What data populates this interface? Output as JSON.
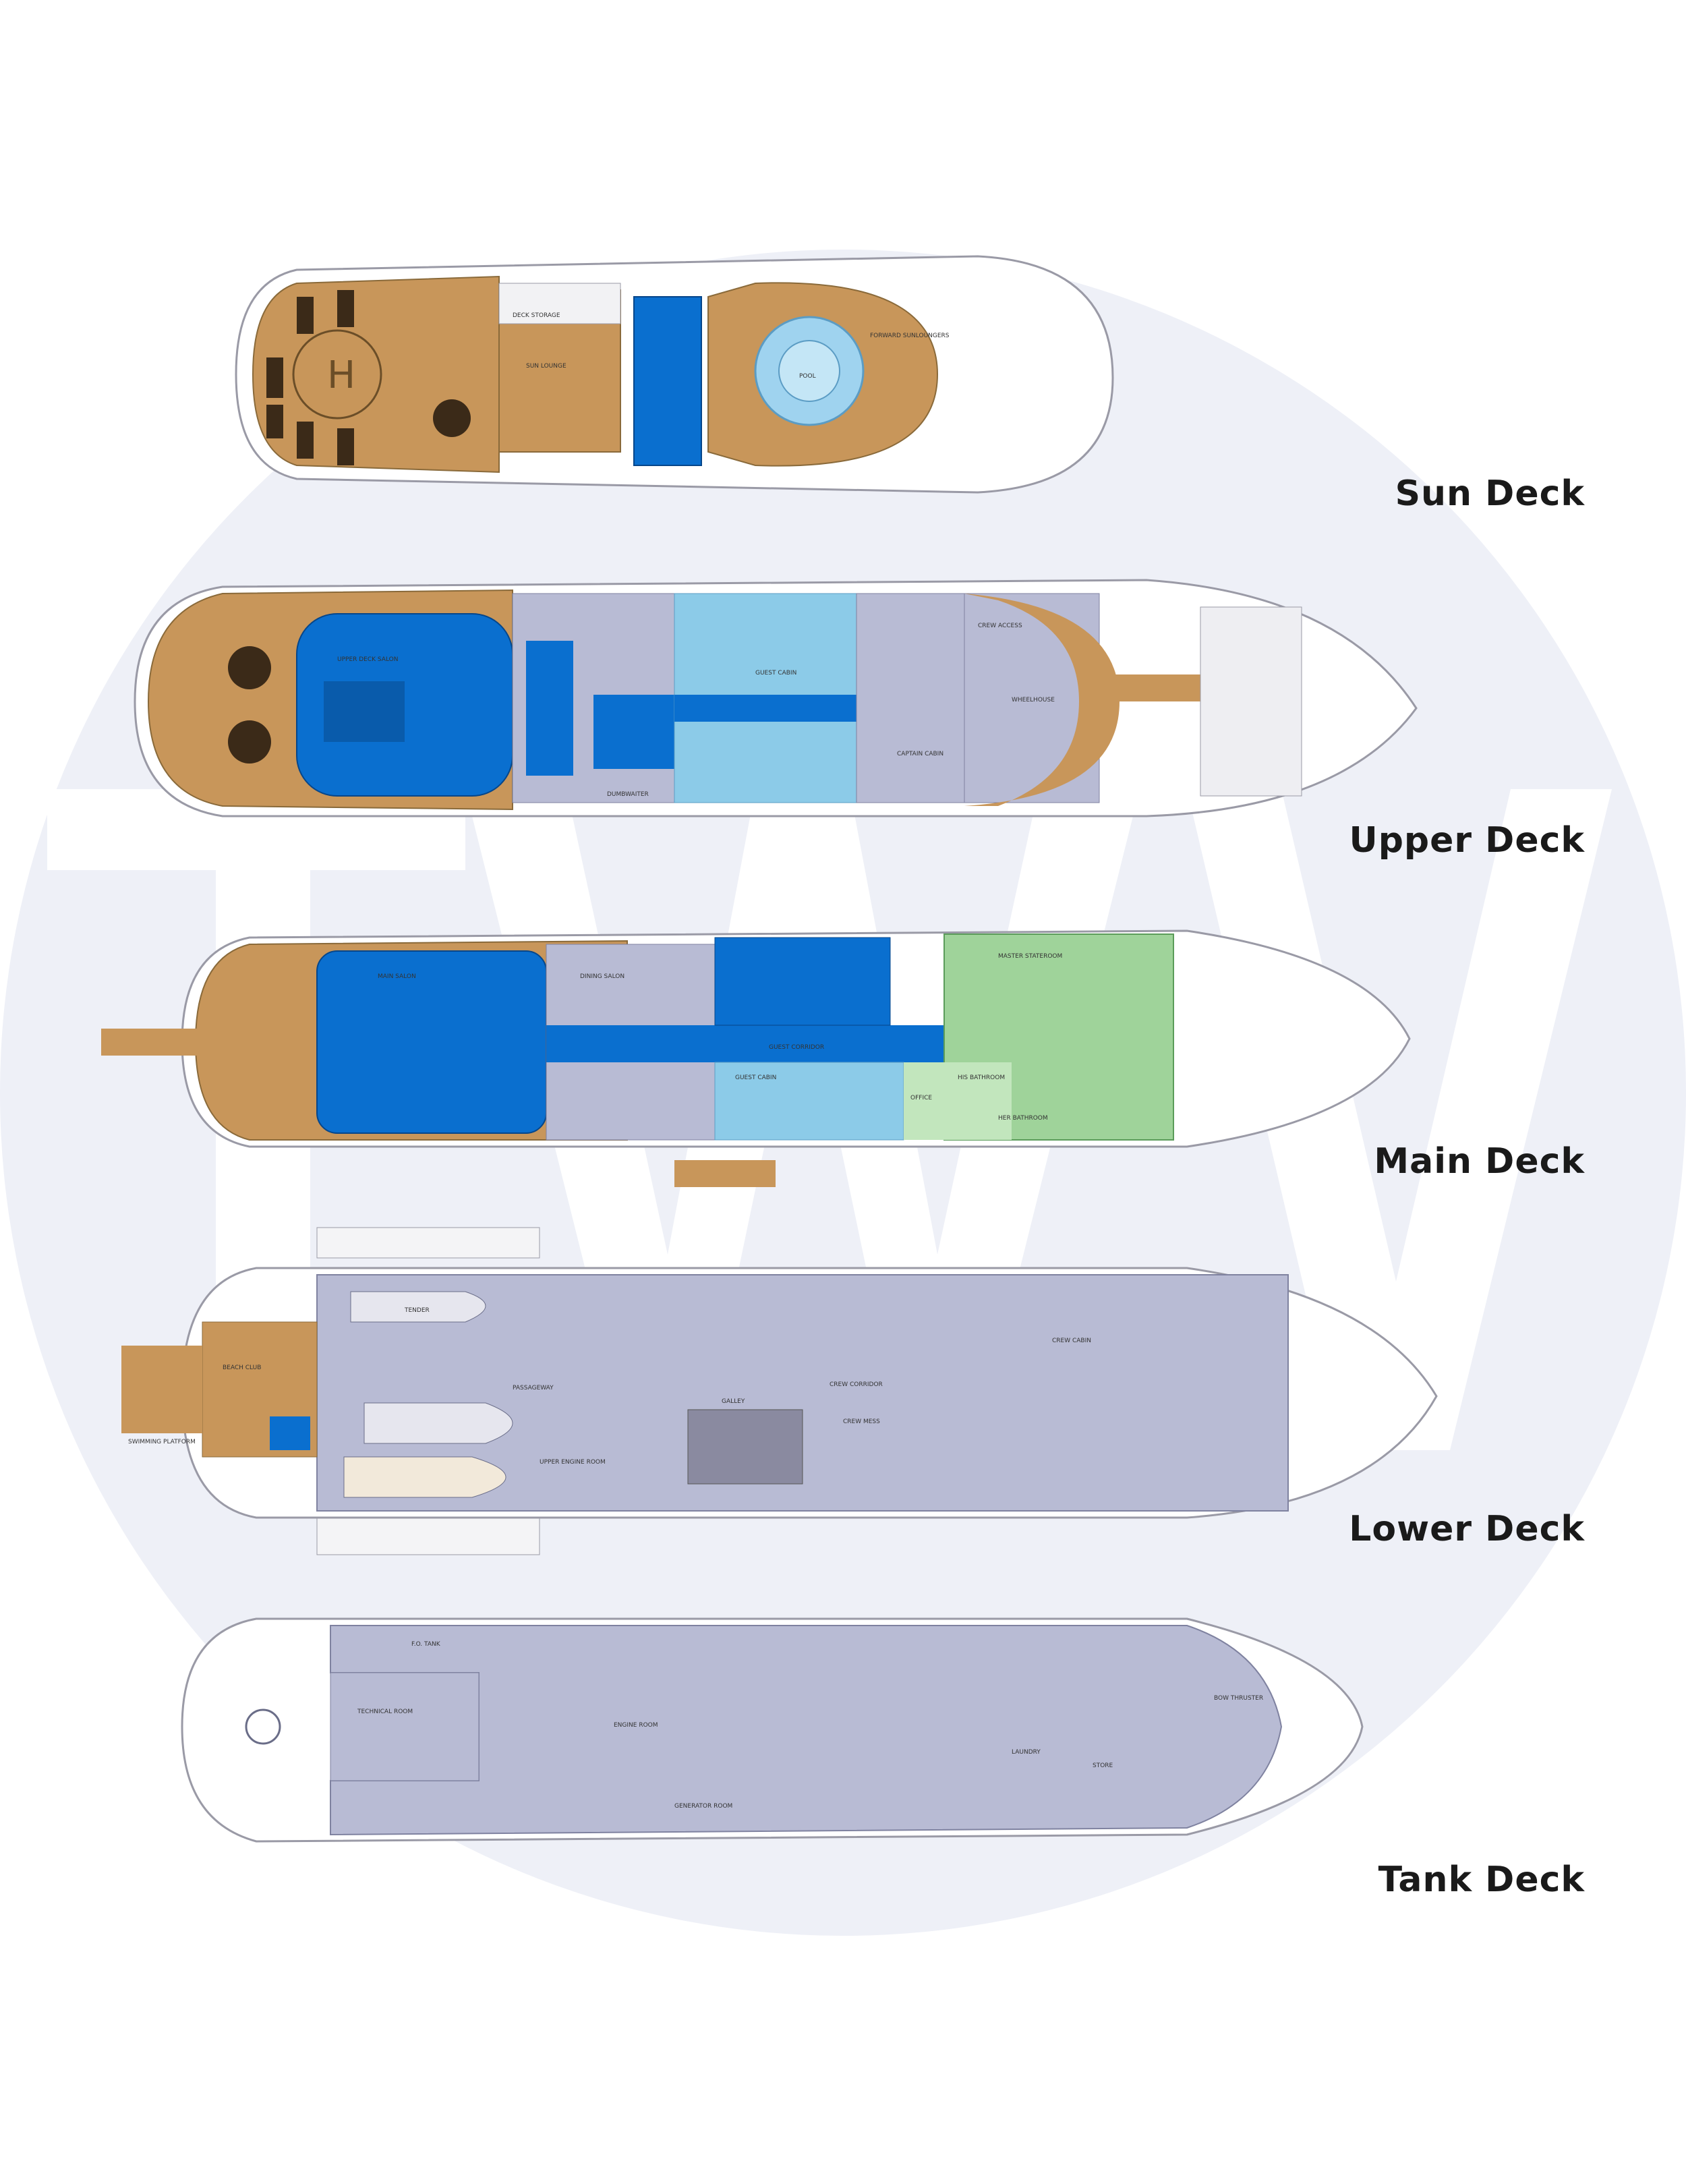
{
  "watermark": {
    "text": "TW",
    "circle_color": "#eef0f7"
  },
  "colors": {
    "teak": "#c8965a",
    "guest_blue": "#0a6fcf",
    "light_blue": "#8ccbe8",
    "owner_green": "#9fd39a",
    "crew_grey": "#b8bbd4",
    "hull_line": "#9a9aa6"
  },
  "decks": [
    {
      "label": "Sun Deck"
    },
    {
      "label": "Upper Deck"
    },
    {
      "label": "Main Deck"
    },
    {
      "label": "Lower Deck"
    },
    {
      "label": "Tank Deck"
    }
  ],
  "room_labels": {
    "sun": [
      "DECK STORAGE",
      "SUN LOUNGE",
      "POOL",
      "FORWARD SUNLOUNGERS"
    ],
    "upper": [
      "UPPER DECK SALON",
      "WHEELHOUSE",
      "GUEST CABIN",
      "CAPTAIN CABIN",
      "DUMBWAITER",
      "CREW ACCESS"
    ],
    "main": [
      "MAIN SALON",
      "DINING SALON",
      "MASTER STATEROOM",
      "GUEST CABIN",
      "HIS BATHROOM",
      "HER BATHROOM",
      "OFFICE",
      "GUEST CORRIDOR"
    ],
    "lower": [
      "BEACH CLUB",
      "TENDER",
      "PASSAGEWAY",
      "GALLEY",
      "CREW MESS",
      "CREW CORRIDOR",
      "CREW CABIN",
      "UPPER ENGINE ROOM",
      "SWIMMING PLATFORM"
    ],
    "tank": [
      "TECHNICAL ROOM",
      "ENGINE ROOM",
      "GENERATOR ROOM",
      "LAUNDRY",
      "STORE",
      "BOW THRUSTER",
      "F.O. TANK"
    ]
  }
}
